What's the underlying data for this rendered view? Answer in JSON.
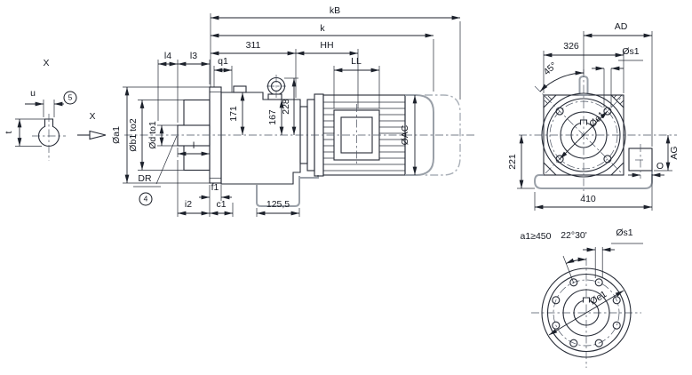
{
  "detail_view": {
    "view_label": "X",
    "u": "u",
    "footnote": "5",
    "t": "t",
    "arrow_label": "X"
  },
  "side_view": {
    "kB": "kB",
    "k": "k",
    "len311": "311",
    "HH": "HH",
    "LL": "LL",
    "q1": "q1",
    "l4": "l4",
    "l3": "l3",
    "l": "l",
    "da1": "Øa1",
    "db1": "Øb1 to2",
    "dd": "Ød to1",
    "DR": "DR",
    "footnote": "4",
    "f1": "f1",
    "i2": "i2",
    "c1": "c1",
    "len1255": "125,5",
    "h171": "171",
    "h167": "167",
    "h228": "228",
    "dAC": "ØAC"
  },
  "front_view": {
    "AD": "AD",
    "w326": "326",
    "angle45": "45°",
    "ds1": "Øs1",
    "de1": "Øe1",
    "h221": "221",
    "AG": "AG",
    "O": "O",
    "w410": "410"
  },
  "flange_view": {
    "note_a1": "a1≥450",
    "angle2230": "22°30'",
    "ds1": "Øs1",
    "de1": "Øe1"
  }
}
